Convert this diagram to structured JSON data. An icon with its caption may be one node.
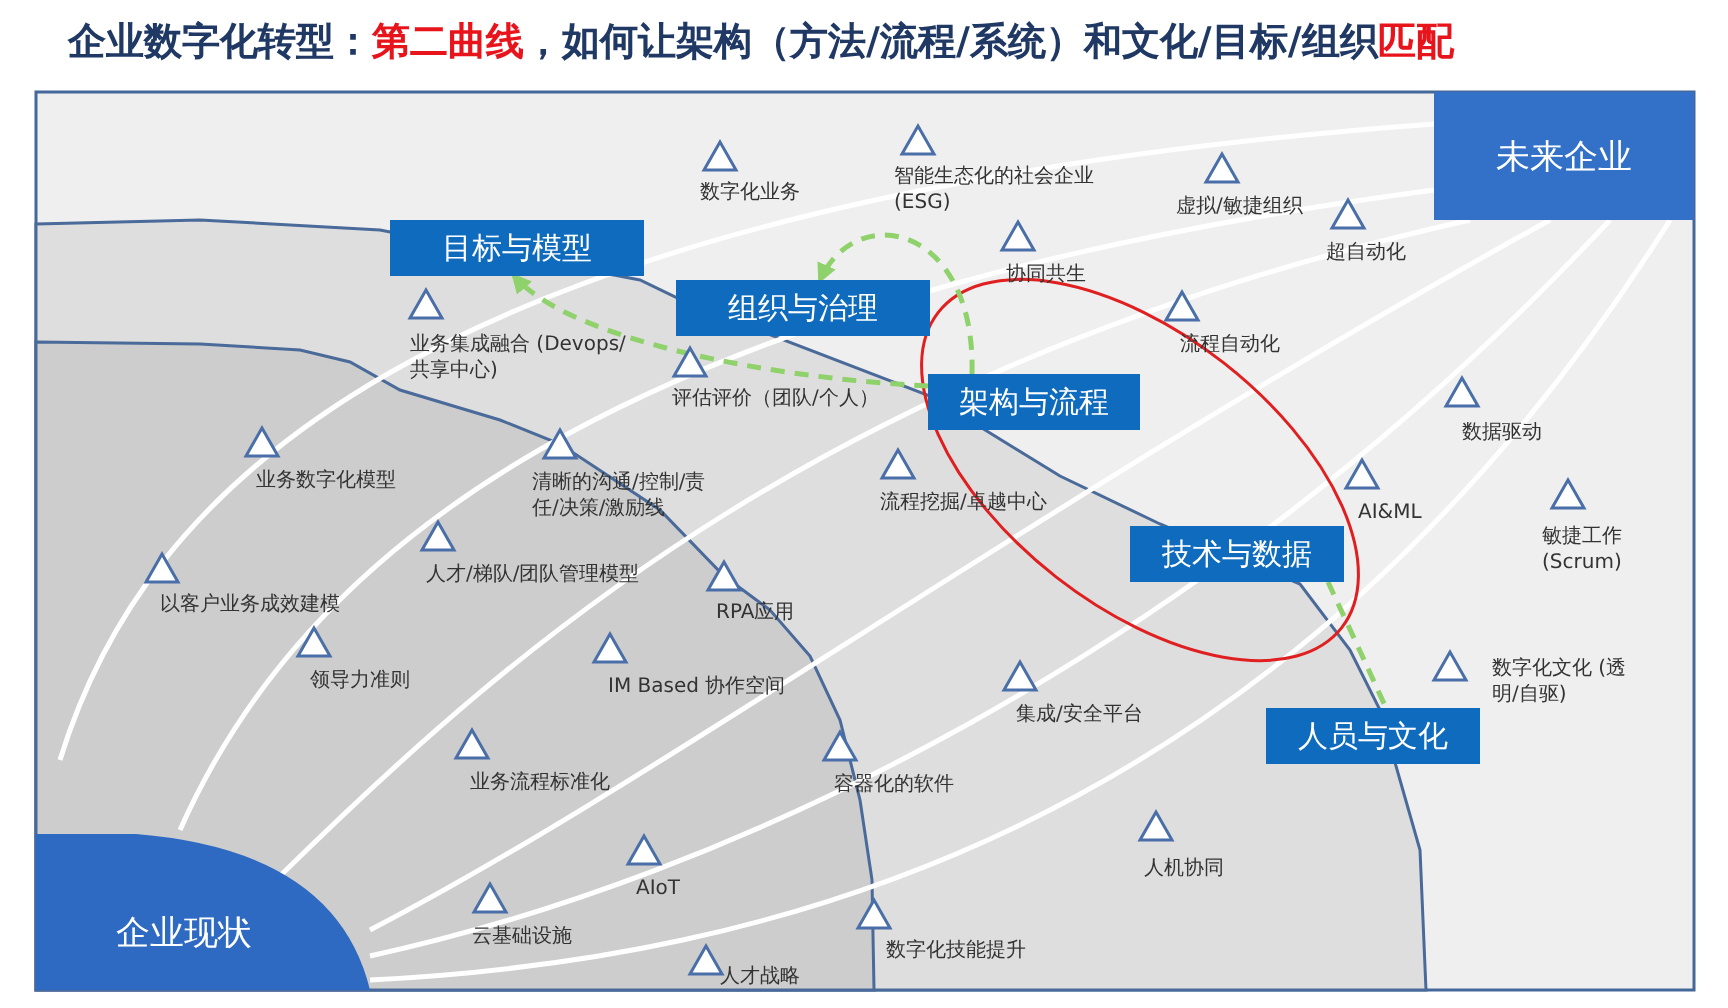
{
  "diagram": {
    "title": "企业数字化转型：**第二曲线**，如何让架构（方法/流程/系统）和文化/目标/组织**匹配**",
    "nodes": [
      {
        "text": [
          "未来企业"
        ]
      },
      {
        "text": [
          "目标与模型"
        ]
      },
      {
        "text": [
          "组织与治理"
        ]
      },
      {
        "text": [
          "架构与流程"
        ]
      },
      {
        "text": [
          "技术与数据"
        ]
      },
      {
        "text": [
          "人员与文化"
        ]
      },
      {
        "text": [
          "企业现状"
        ]
      }
    ],
    "edges": [
      {
        "from": 3,
        "to": 2,
        "arrow": "to",
        "style": "dashed",
        "color": "#8fd16a"
      },
      {
        "from": 3,
        "to": 1,
        "arrow": "to",
        "style": "dashed",
        "color": "#8fd16a"
      },
      {
        "from": 4,
        "to": 5,
        "arrow": "none",
        "style": "dashed",
        "color": "#8fd16a"
      }
    ],
    "labels": [
      "数字化业务",
      "智能生态化的社会企业 (ESG)",
      "协同共生",
      "虚拟/敏捷组织",
      "超自动化",
      "流程自动化",
      "业务集成融合 (Devops/共享中心)",
      "评估评价（团队/个人）",
      "数据驱动",
      "业务数字化模型",
      "清晰的沟通/控制/责任/决策/激励线",
      "流程挖掘/卓越中心",
      "AI&ML",
      "敏捷工作 (Scrum)",
      "人才/梯队/团队管理模型",
      "以客户业务成效建模",
      "RPA应用",
      "领导力准则",
      "IM Based 协作空间",
      "数字化文化 (透明/自驱)",
      "集成/安全平台",
      "业务流程标准化",
      "容器化的软件",
      "人机协同",
      "AIoT",
      "云基础设施",
      "数字化技能提升",
      "人才战略"
    ]
  }
}
